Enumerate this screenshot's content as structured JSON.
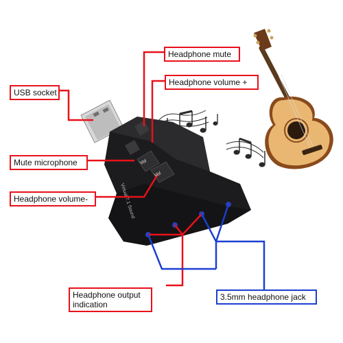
{
  "callouts": {
    "headphone_mute": "Headphone mute",
    "usb_socket": "USB socket",
    "headphone_volume_up": "Headphone volume +",
    "mute_microphone": "Mute microphone",
    "headphone_volume_down": "Headphone volume-",
    "headphone_output_indication_line1": "Headphone output",
    "headphone_output_indication_line2": "indication",
    "headphone_jack": "3.5mm headphone jack"
  },
  "device": {
    "button_vol_upper": "Vol",
    "button_vol_lower": "Vol",
    "side_print": "Virtual 7.1 Sound"
  },
  "colors": {
    "callout_red": "#e8111a",
    "callout_blue": "#1b3fd1",
    "device_body": "#1c1c1e"
  }
}
